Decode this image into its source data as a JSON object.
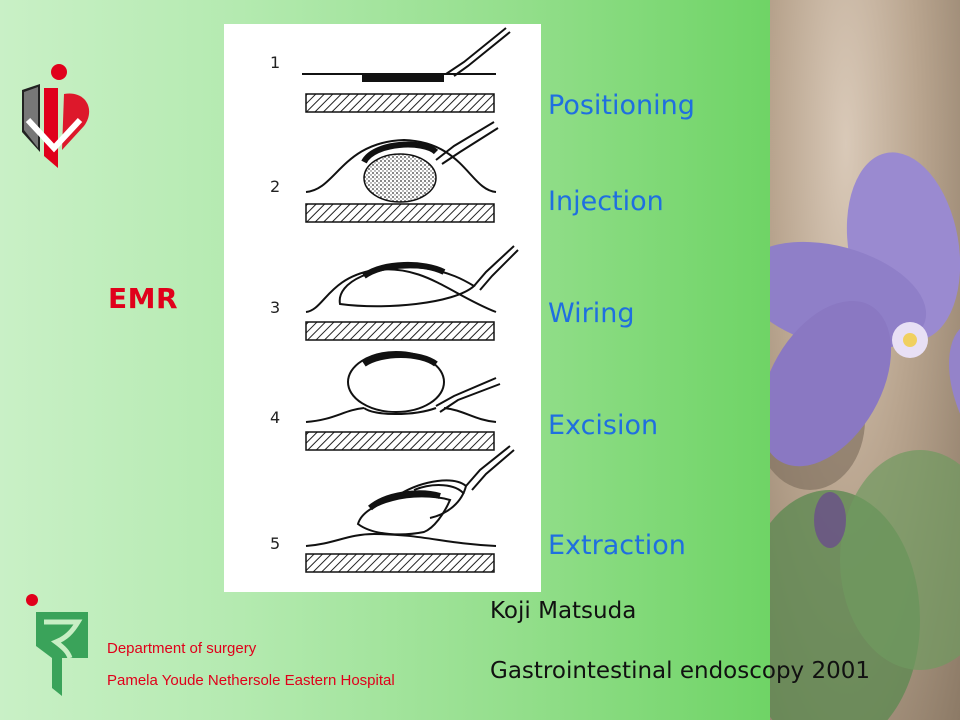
{
  "slide": {
    "title": "EMR",
    "step_numbers": [
      "1",
      "2",
      "3",
      "4",
      "5"
    ],
    "steps": [
      "Positioning",
      "Injection",
      "Wiring",
      "Excision",
      "Extraction"
    ],
    "reference": {
      "author": "Koji Matsuda",
      "journal": "Gastrointestinal endoscopy 2001"
    },
    "department": {
      "name": "Department of surgery",
      "hospital": "Pamela Youde Nethersole Eastern Hospital"
    }
  },
  "colors": {
    "title_red": "#e0001b",
    "step_blue": "#1f6fe0",
    "logo_green": "#3aa35a"
  },
  "icons": {
    "top_logo": "hospital-heart-logo-icon",
    "bottom_logo": "department-logo-icon"
  }
}
